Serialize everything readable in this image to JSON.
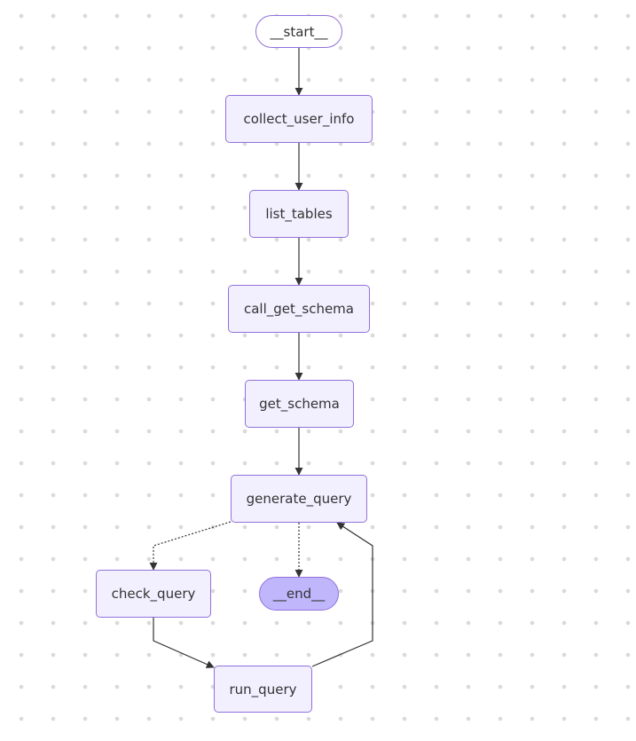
{
  "diagram": {
    "nodes": {
      "start": "__start__",
      "collect_user_info": "collect_user_info",
      "list_tables": "list_tables",
      "call_get_schema": "call_get_schema",
      "get_schema": "get_schema",
      "generate_query": "generate_query",
      "check_query": "check_query",
      "end": "__end__",
      "run_query": "run_query"
    },
    "edges": [
      {
        "from": "__start__",
        "to": "collect_user_info",
        "style": "solid"
      },
      {
        "from": "collect_user_info",
        "to": "list_tables",
        "style": "solid"
      },
      {
        "from": "list_tables",
        "to": "call_get_schema",
        "style": "solid"
      },
      {
        "from": "call_get_schema",
        "to": "get_schema",
        "style": "solid"
      },
      {
        "from": "get_schema",
        "to": "generate_query",
        "style": "solid"
      },
      {
        "from": "generate_query",
        "to": "check_query",
        "style": "dotted"
      },
      {
        "from": "generate_query",
        "to": "__end__",
        "style": "dotted"
      },
      {
        "from": "check_query",
        "to": "run_query",
        "style": "solid"
      },
      {
        "from": "run_query",
        "to": "generate_query",
        "style": "solid"
      }
    ],
    "colors": {
      "node_fill": "#f2f0ff",
      "node_border": "#9370db",
      "end_fill": "#bfb6fc",
      "edge": "#333333",
      "background_dots": "#dadada"
    }
  }
}
